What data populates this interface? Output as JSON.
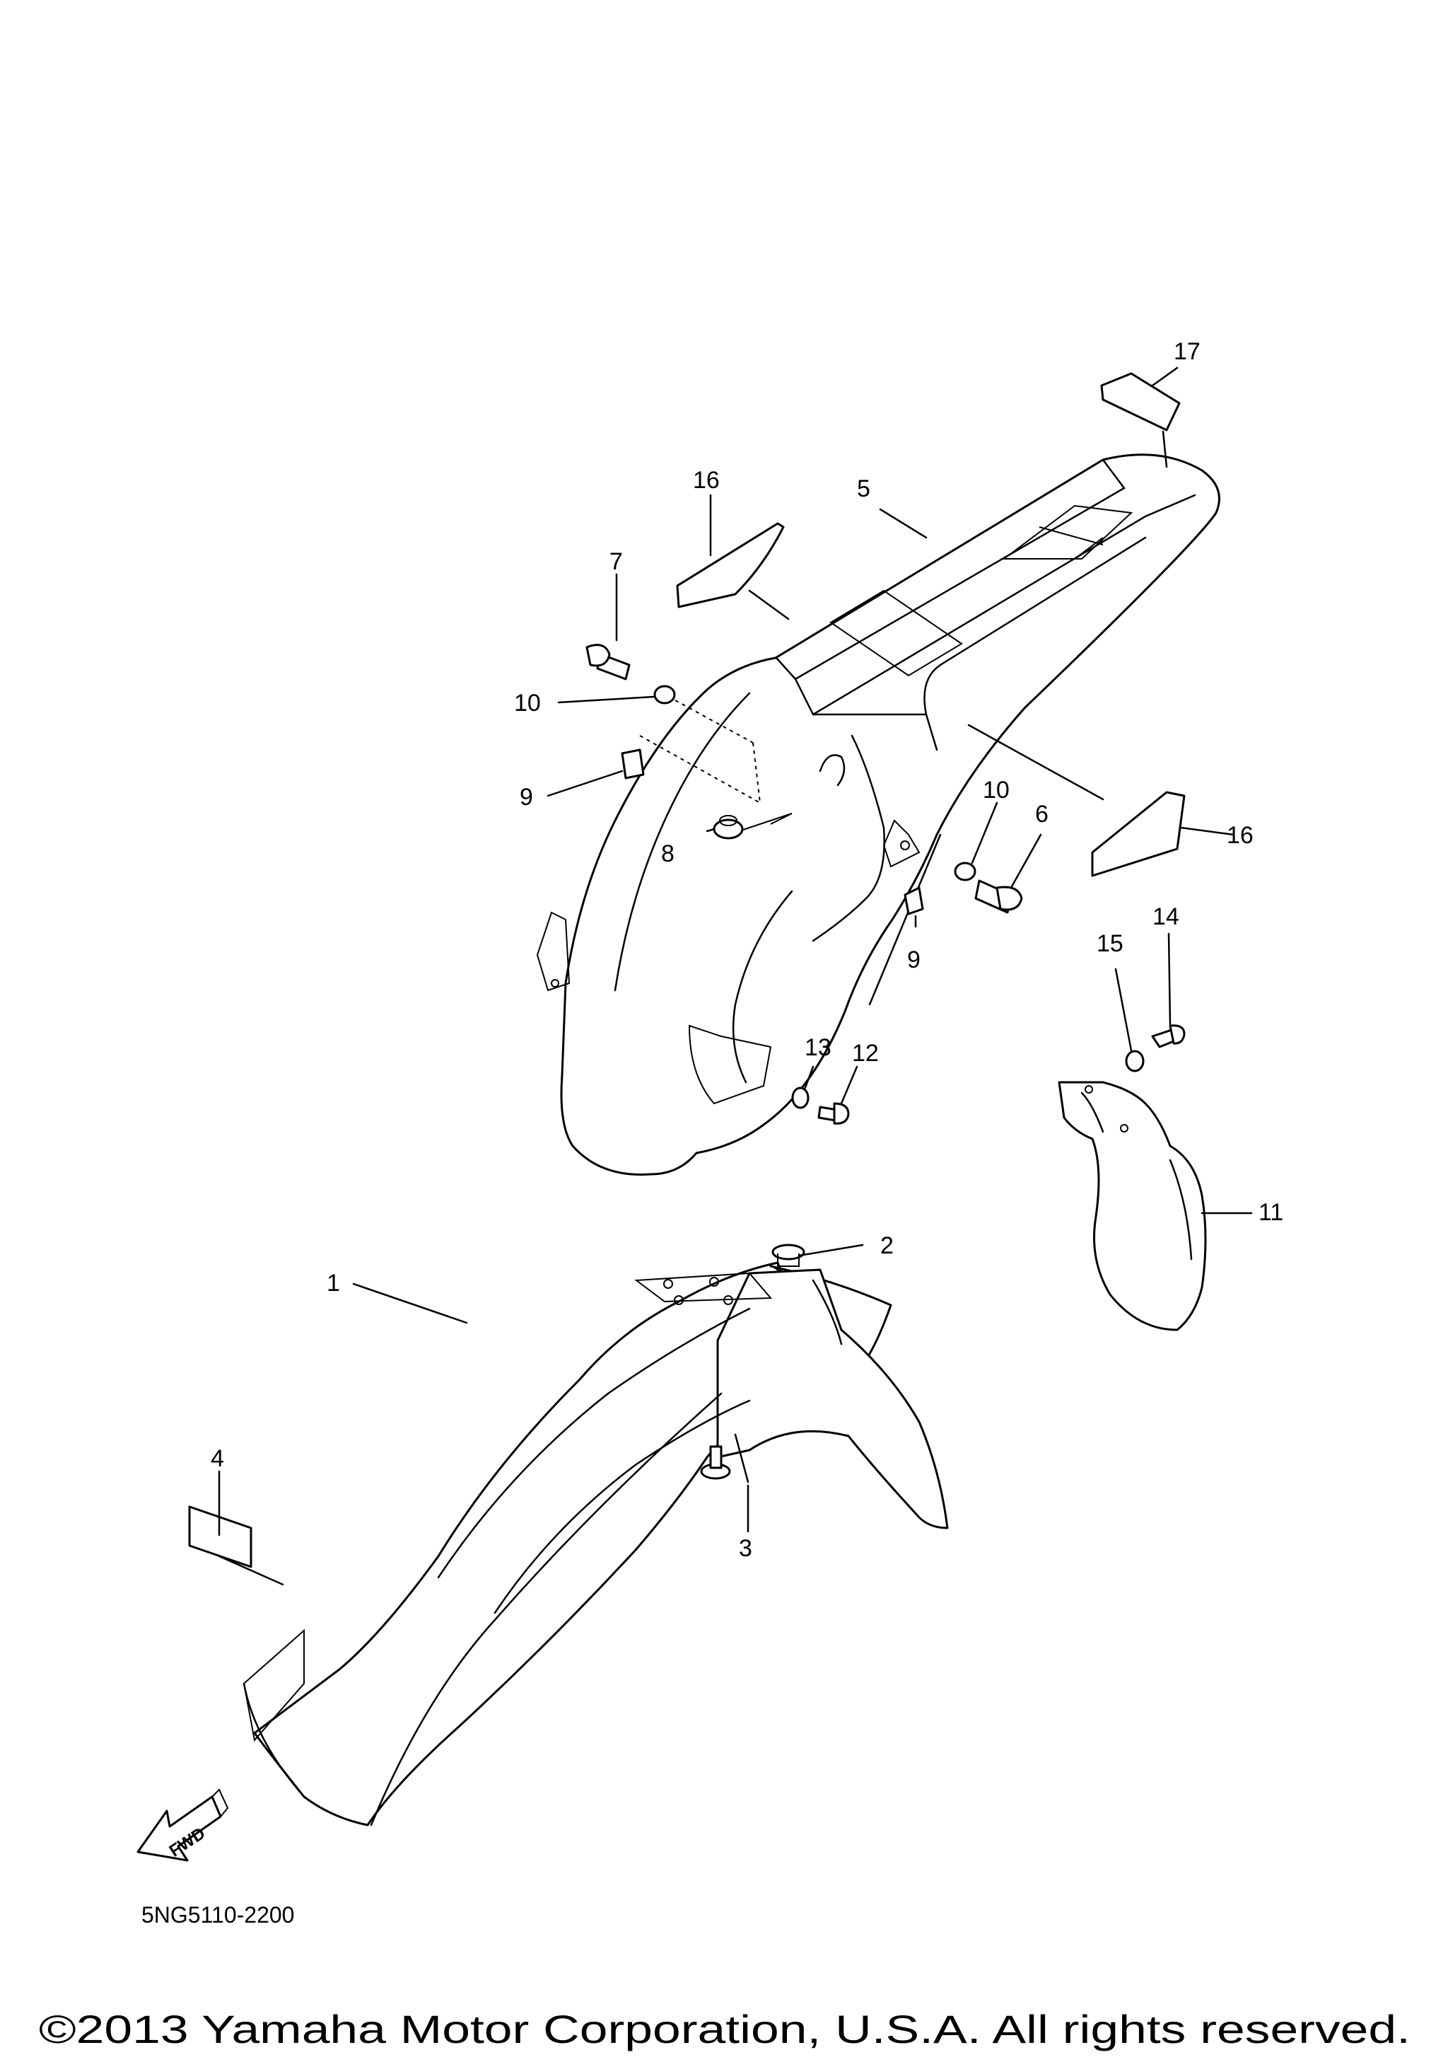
{
  "diagram": {
    "callouts": [
      "1",
      "2",
      "3",
      "4",
      "5",
      "6",
      "7",
      "8",
      "9",
      "9",
      "10",
      "10",
      "11",
      "12",
      "13",
      "14",
      "15",
      "16",
      "16",
      "17"
    ],
    "fwd_label": "FWD",
    "doc_code": "5NG5110-2200",
    "copyright": "©2013 Yamaha Motor Corporation, U.S.A. All rights reserved."
  }
}
